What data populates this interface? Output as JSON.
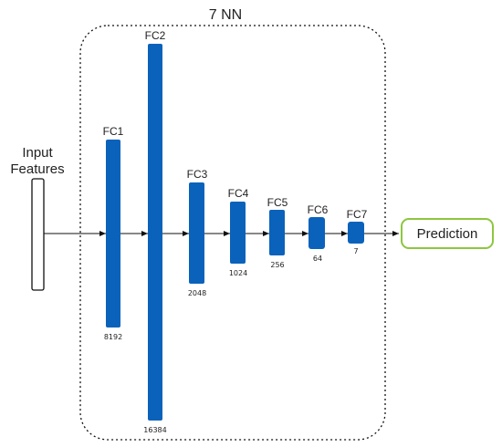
{
  "title": "7 NN",
  "input": {
    "line1": "Input",
    "line2": "Features"
  },
  "output": {
    "label": "Prediction"
  },
  "colors": {
    "layer": "#0a62bb",
    "output_border": "#8dc63f",
    "line": "#111111"
  },
  "layers": [
    {
      "name": "FC1",
      "units": "8192"
    },
    {
      "name": "FC2",
      "units": "16384"
    },
    {
      "name": "FC3",
      "units": "2048"
    },
    {
      "name": "FC4",
      "units": "1024"
    },
    {
      "name": "FC5",
      "units": "256"
    },
    {
      "name": "FC6",
      "units": "64"
    },
    {
      "name": "FC7",
      "units": "7"
    }
  ]
}
